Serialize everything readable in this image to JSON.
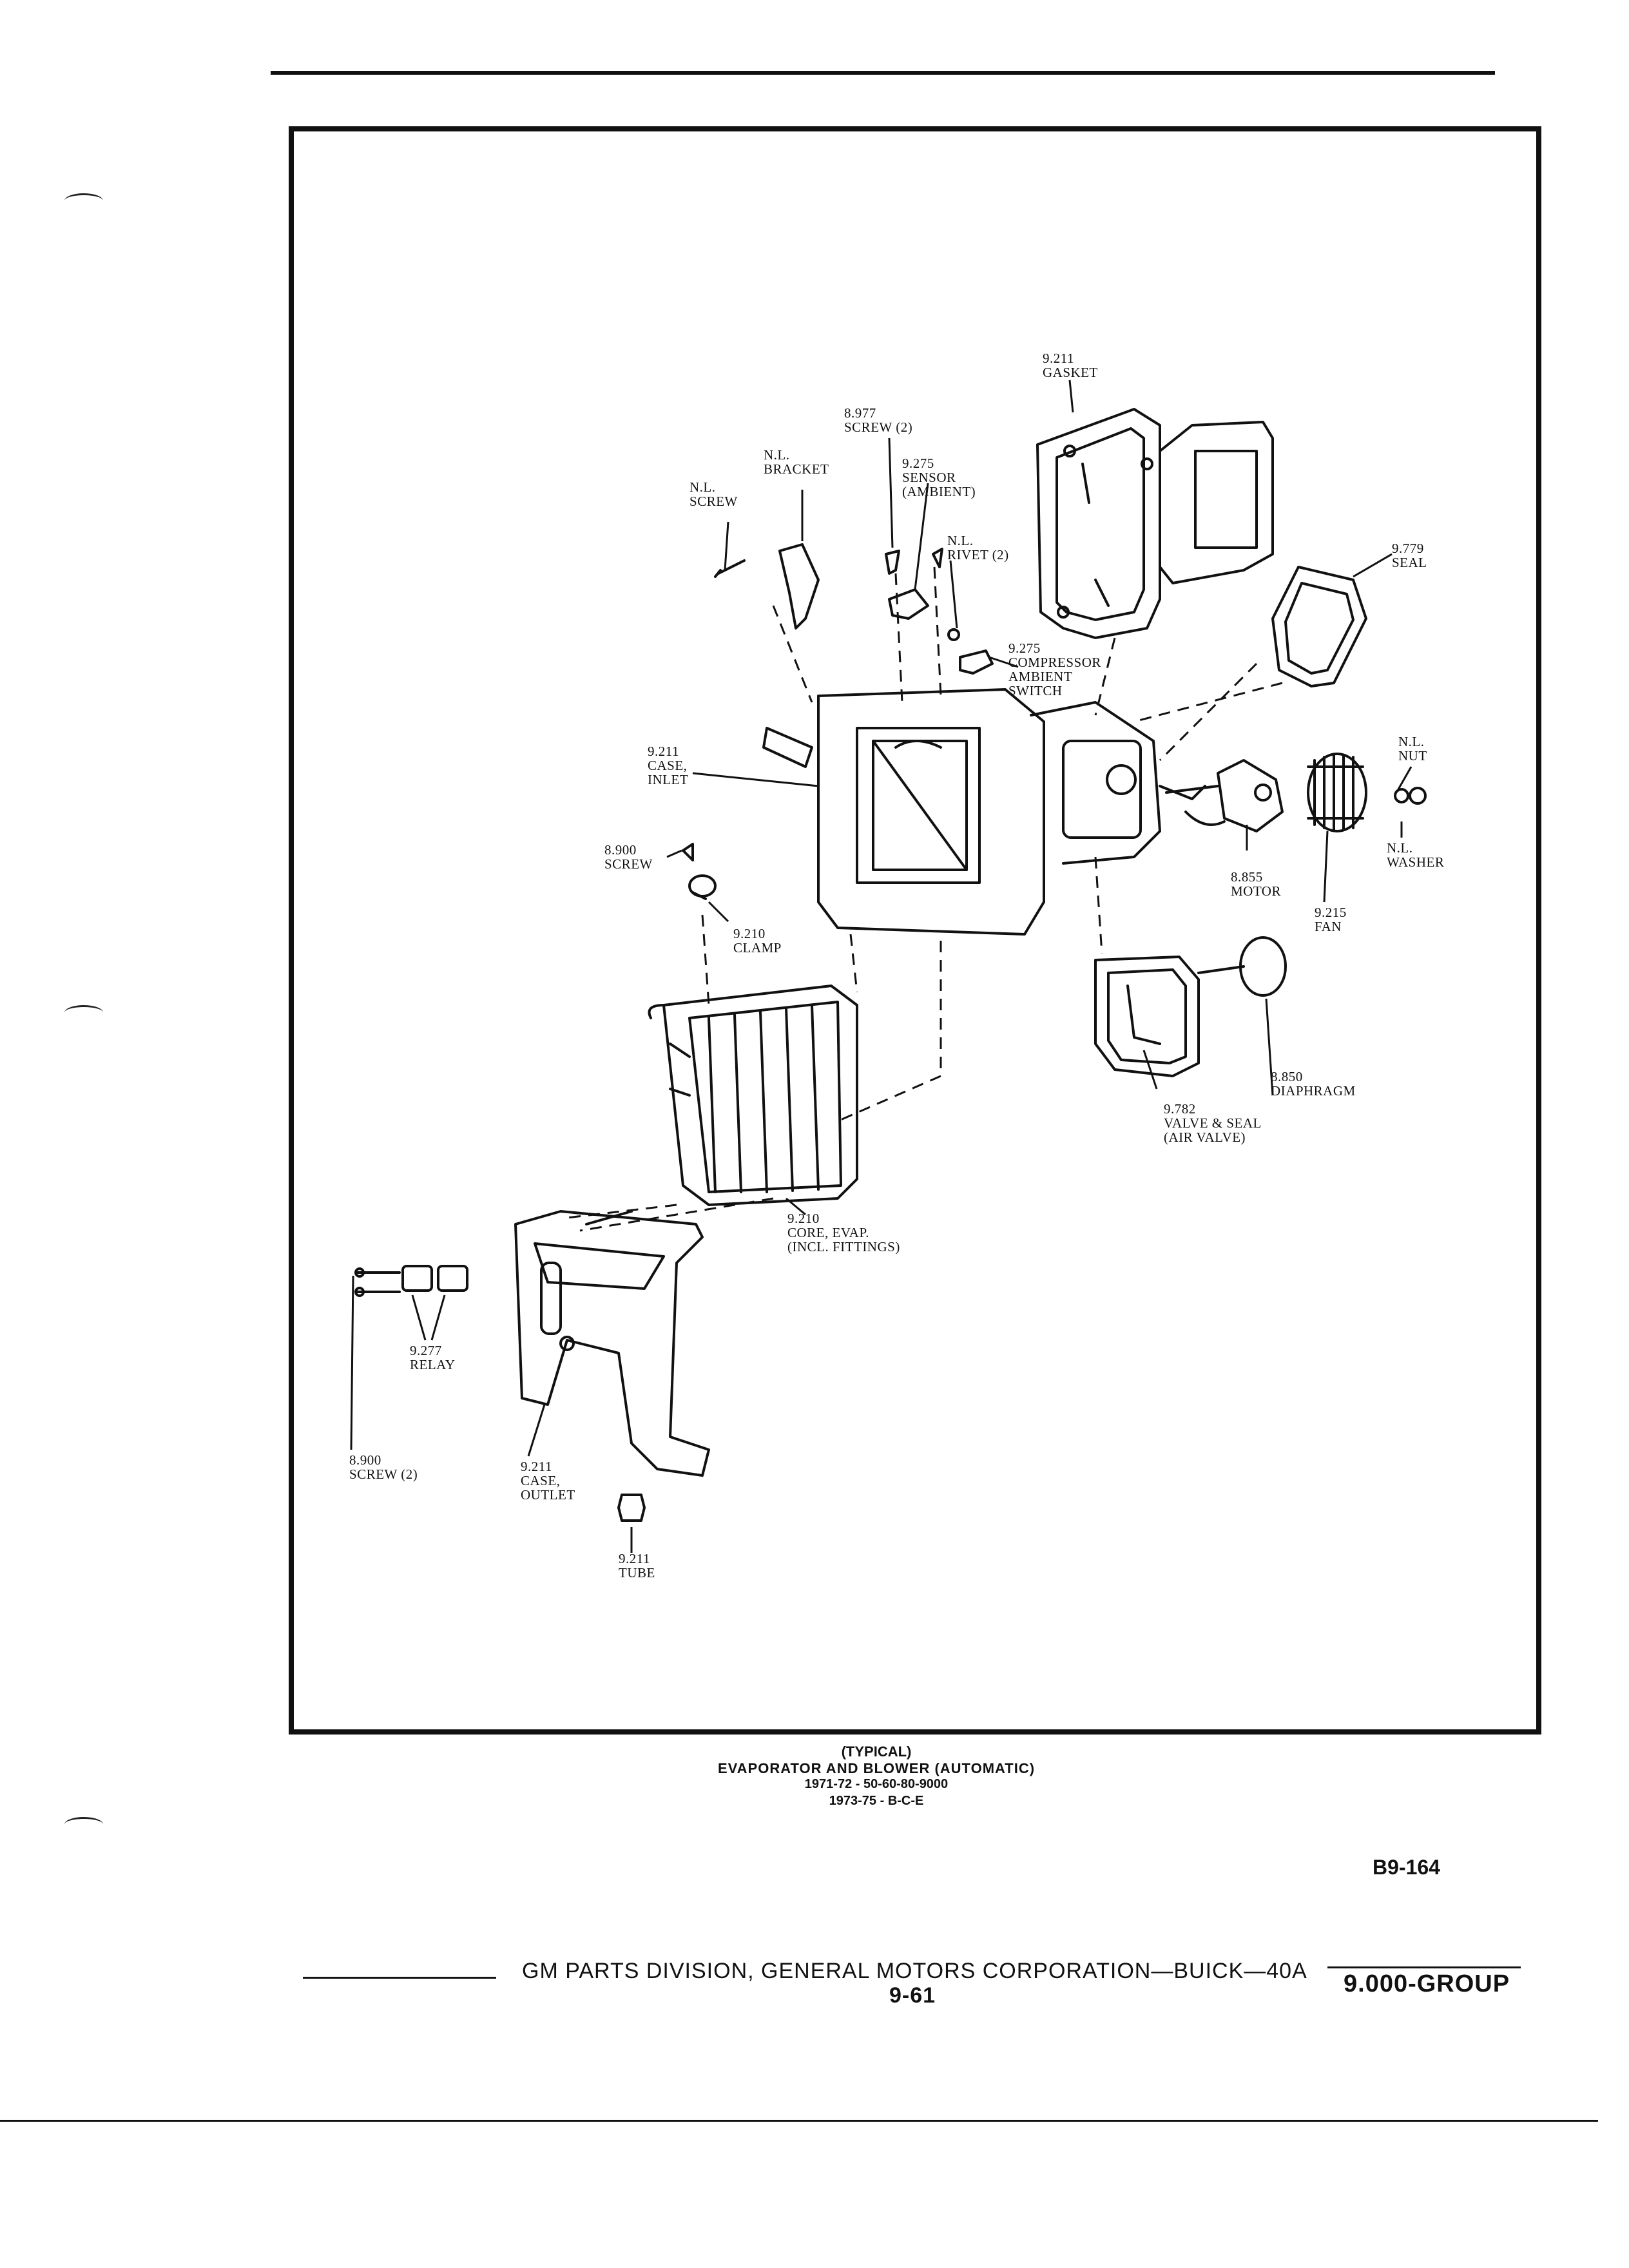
{
  "diagram": {
    "labels": [
      {
        "id": "n_l_screw",
        "text": "N.L.\nSCREW"
      },
      {
        "id": "n_l_bracket",
        "text": "N.L.\nBRACKET"
      },
      {
        "id": "screw_8977",
        "text": "8.977\nSCREW (2)"
      },
      {
        "id": "sensor_9275",
        "text": "9.275\nSENSOR\n(AMBIENT)"
      },
      {
        "id": "rivet",
        "text": "N.L.\nRIVET (2)"
      },
      {
        "id": "gasket_9211",
        "text": "9.211\nGASKET"
      },
      {
        "id": "seal_9779",
        "text": "9.779\nSEAL"
      },
      {
        "id": "comp_switch_9275",
        "text": "9.275\nCOMPRESSOR\nAMBIENT\nSWITCH"
      },
      {
        "id": "case_inlet_9211",
        "text": "9.211\nCASE,\nINLET"
      },
      {
        "id": "nut",
        "text": "N.L.\nNUT"
      },
      {
        "id": "washer",
        "text": "N.L.\nWASHER"
      },
      {
        "id": "screw_8900",
        "text": "8.900\nSCREW"
      },
      {
        "id": "clamp_9210",
        "text": "9.210\nCLAMP"
      },
      {
        "id": "motor_8855",
        "text": "8.855\nMOTOR"
      },
      {
        "id": "fan_9215",
        "text": "9.215\nFAN"
      },
      {
        "id": "diaphragm_8850",
        "text": "8.850\nDIAPHRAGM"
      },
      {
        "id": "valve_9782",
        "text": "9.782\nVALVE & SEAL\n(AIR VALVE)"
      },
      {
        "id": "core_9210",
        "text": "9.210\nCORE, EVAP.\n(INCL. FITTINGS)"
      },
      {
        "id": "relay_9277",
        "text": "9.277\nRELAY"
      },
      {
        "id": "screw2_8900",
        "text": "8.900\nSCREW (2)"
      },
      {
        "id": "case_outlet_9211",
        "text": "9.211\nCASE,\nOUTLET"
      },
      {
        "id": "tube_9211",
        "text": "9.211\nTUBE"
      }
    ]
  },
  "caption": {
    "line1": "(TYPICAL)",
    "line2": "EVAPORATOR AND BLOWER (AUTOMATIC)",
    "line3": "1971-72 - 50-60-80-9000",
    "line4": "1973-75 - B-C-E"
  },
  "figure_id": "B9-164",
  "footer": {
    "publisher": "GM PARTS DIVISION, GENERAL MOTORS CORPORATION—BUICK—40A",
    "page": "9-61",
    "group": "9.000-GROUP"
  }
}
